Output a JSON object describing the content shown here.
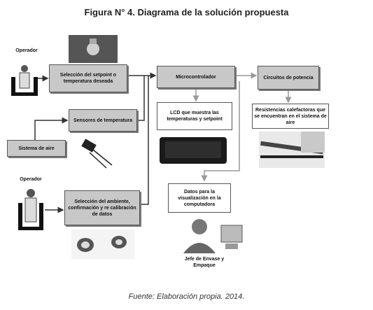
{
  "title": "Figura N° 4. Diagrama de la solución propuesta",
  "source": "Fuente: Elaboración propia. 2014.",
  "diagram": {
    "operador_top": "Operador",
    "operador_bottom": "Operador",
    "setpoint": "Selección del setpoint o temperatura deseada",
    "sensores": "Sensores de temperatura",
    "sistema_aire": "Sistema de aire",
    "seleccion_ambiente": "Selección del ambiente, confirmación y re calibración de datos",
    "microcontrolador": "Microcontrolador",
    "circuitos": "Circuitos de potencia",
    "lcd": "LCD que muestra las temperaturas y setpoint",
    "resistencias": "Resistencias calefactoras que se encuentran en el sistema de aire",
    "datos": "Datos para la visualización en la computadora",
    "jefe": "Jefe de Envase y Empaque"
  }
}
